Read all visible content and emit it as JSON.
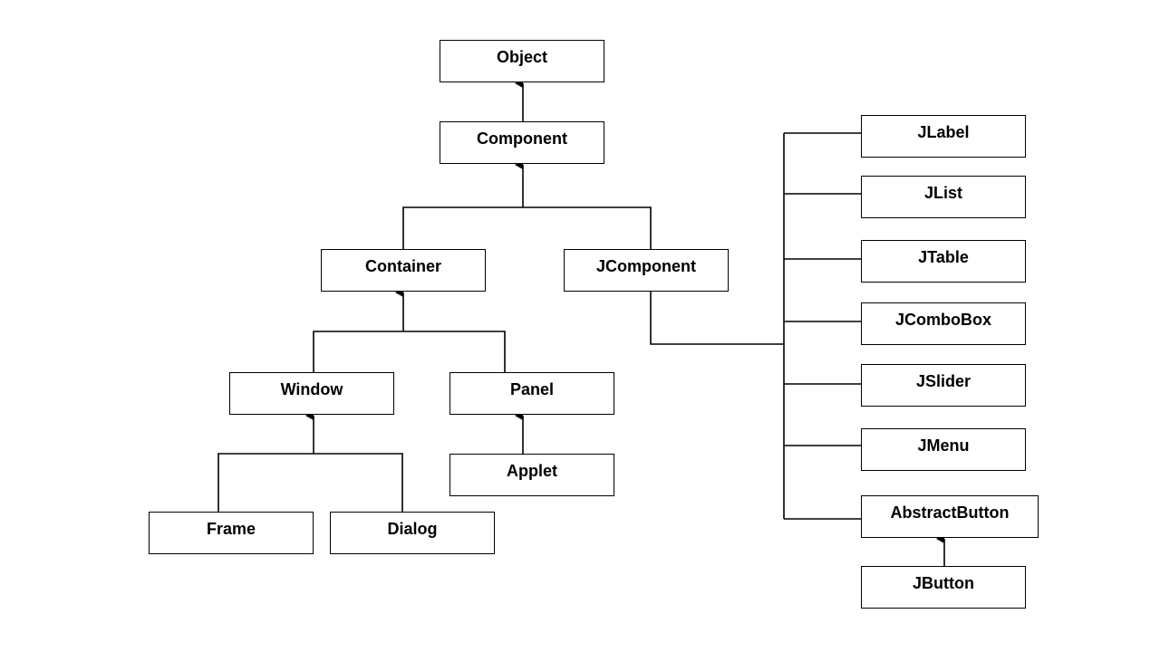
{
  "nodes": {
    "object": "Object",
    "component": "Component",
    "container": "Container",
    "jcomponent": "JComponent",
    "window": "Window",
    "panel": "Panel",
    "applet": "Applet",
    "frame": "Frame",
    "dialog": "Dialog",
    "jlabel": "JLabel",
    "jlist": "JList",
    "jtable": "JTable",
    "jcombobox": "JComboBox",
    "jslider": "JSlider",
    "jmenu": "JMenu",
    "abstractbutton": "AbstractButton",
    "jbutton": "JButton"
  },
  "edges": [
    {
      "child": "component",
      "parent": "object"
    },
    {
      "child": "container",
      "parent": "component"
    },
    {
      "child": "jcomponent",
      "parent": "component"
    },
    {
      "child": "window",
      "parent": "container"
    },
    {
      "child": "panel",
      "parent": "container"
    },
    {
      "child": "frame",
      "parent": "window"
    },
    {
      "child": "dialog",
      "parent": "window"
    },
    {
      "child": "applet",
      "parent": "panel"
    },
    {
      "child": "jlabel",
      "parent": "jcomponent"
    },
    {
      "child": "jlist",
      "parent": "jcomponent"
    },
    {
      "child": "jtable",
      "parent": "jcomponent"
    },
    {
      "child": "jcombobox",
      "parent": "jcomponent"
    },
    {
      "child": "jslider",
      "parent": "jcomponent"
    },
    {
      "child": "jmenu",
      "parent": "jcomponent"
    },
    {
      "child": "abstractbutton",
      "parent": "jcomponent"
    },
    {
      "child": "jbutton",
      "parent": "abstractbutton"
    }
  ],
  "colors": {
    "line": "#000000",
    "box_border": "#000000",
    "background": "#ffffff"
  }
}
